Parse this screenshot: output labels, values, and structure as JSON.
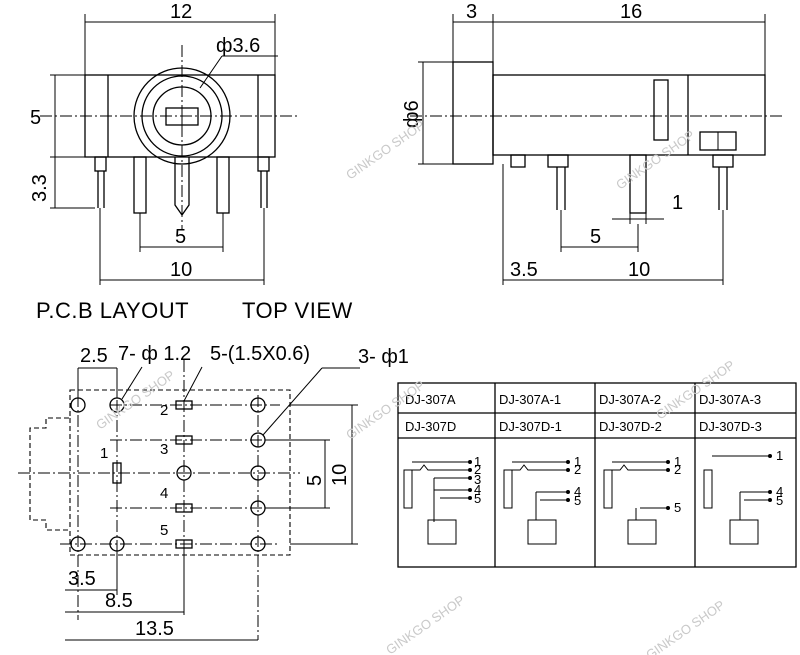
{
  "front_view": {
    "width": "12",
    "hole_dia": "ф3.6",
    "height": "5",
    "pin_height": "3.3",
    "pin_spacing_inner": "5",
    "pin_spacing_outer": "10"
  },
  "side_view": {
    "head": "3",
    "body": "16",
    "dia": "ф6",
    "pin_width": "1",
    "pin_offset": "5",
    "front_offset": "3.5",
    "pin_span": "10"
  },
  "labels": {
    "pcb_layout": "P.C.B LAYOUT",
    "top_view": "TOP VIEW"
  },
  "pcb": {
    "pitch": "2.5",
    "holes": "7- ф 1.2",
    "slots": "5-(1.5X0.6)",
    "mount": "3- ф1",
    "dim_5": "5",
    "dim_10": "10",
    "dim_35": "3.5",
    "dim_85": "8.5",
    "dim_135": "13.5",
    "pins": [
      "1",
      "2",
      "3",
      "4",
      "5"
    ]
  },
  "table": {
    "row1": [
      "DJ-307A",
      "DJ-307A-1",
      "DJ-307A-2",
      "DJ-307A-3"
    ],
    "row2": [
      "DJ-307D",
      "DJ-307D-1",
      "DJ-307D-2",
      "DJ-307D-3"
    ],
    "schem": {
      "c1": [
        "1",
        "2",
        "3",
        "4",
        "5"
      ],
      "c2": [
        "1",
        "2",
        "4",
        "5"
      ],
      "c3": [
        "1",
        "2",
        "5"
      ],
      "c4": [
        "1",
        "4",
        "5"
      ]
    }
  },
  "watermark": {
    "text": "GINKGO SHOP"
  }
}
